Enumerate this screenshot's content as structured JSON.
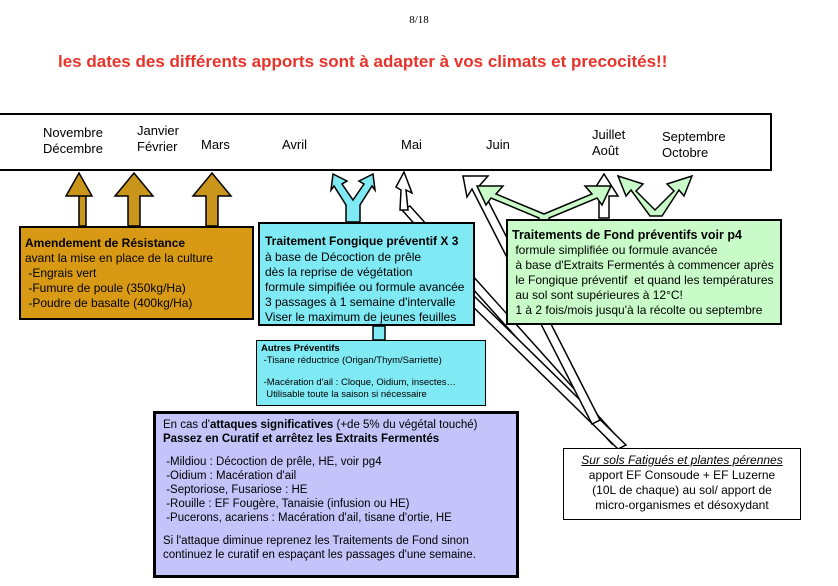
{
  "page_number": "8/18",
  "headline": "les dates des différents apports sont à adapter à vos climats et precocités!!",
  "timeline": {
    "months": [
      {
        "line1": "Novembre",
        "line2": "Décembre"
      },
      {
        "line1": "Janvier",
        "line2": "Février"
      },
      {
        "line1": "Mars",
        "line2": ""
      },
      {
        "line1": "Avril",
        "line2": ""
      },
      {
        "line1": "Mai",
        "line2": ""
      },
      {
        "line1": "Juin",
        "line2": ""
      },
      {
        "line1": "Juillet",
        "line2": "Août"
      },
      {
        "line1": "Septembre",
        "line2": "Octobre"
      }
    ]
  },
  "amendement": {
    "title": "Amendement de Résistance",
    "lines": [
      "avant la mise en place de la culture",
      " -Engrais vert",
      " -Fumure de poule (350kg/Ha)",
      " -Poudre de basalte (400kg/Ha)"
    ],
    "color": "#d89a14"
  },
  "fongique": {
    "title": "Traitement Fongique préventif X 3",
    "lines": [
      "à base de Décoction de prêle",
      "dès la reprise de végétation",
      "formule simpifiée ou formule avancée",
      "3 passages à 1 semaine d'intervalle",
      "Viser le maximum de jeunes feuilles"
    ],
    "color": "#7fe9f4"
  },
  "autres": {
    "title": "Autres Préventifs",
    "lines": [
      " -Tisane réductrice (Origan/Thym/Sarriette)",
      "",
      " -Macération d'ail : Cloque, Oidium, insectes…",
      "  Utilisable toute la saison si nécessaire"
    ]
  },
  "fond": {
    "title": "Traitements de Fond préventifs voir p4",
    "lines": [
      " formule simplifiée ou formule avancée",
      " à base d'Extraits Fermentés à commencer après",
      " le Fongique préventif  et quand les températures",
      " au sol sont supérieures à 12°C!",
      " 1 à 2 fois/mois jusqu'à la récolte ou septembre"
    ],
    "color": "#c8fbc8"
  },
  "curatif": {
    "line1_prefix": "En cas d'",
    "line1_bold": "attaques significatives",
    "line1_suffix": " (+de 5% du végétal touché)",
    "line2": "Passez en Curatif et arrêtez les Extraits Fermentés",
    "items": [
      " -Mildiou : Décoction de prêle, HE, voir pg4",
      " -Oidium : Macération d'ail",
      " -Septoriose, Fusariose : HE",
      " -Rouille : EF Fougère, Tanaisie (infusion ou HE)",
      " -Pucerons, acariens : Macération d'ail, tisane d'ortie, HE"
    ],
    "footer": [
      "Si l'attaque diminue reprenez les Traitements de Fond sinon",
      "continuez le curatif en espaçant les passages d'une semaine."
    ],
    "color": "#c4c4fa"
  },
  "sols": {
    "title": "Sur sols Fatigués et plantes pérennes",
    "lines": [
      "apport EF Consoude + EF Luzerne",
      "(10L de chaque) au sol/ apport de",
      "micro-organismes et désoxydant"
    ]
  }
}
